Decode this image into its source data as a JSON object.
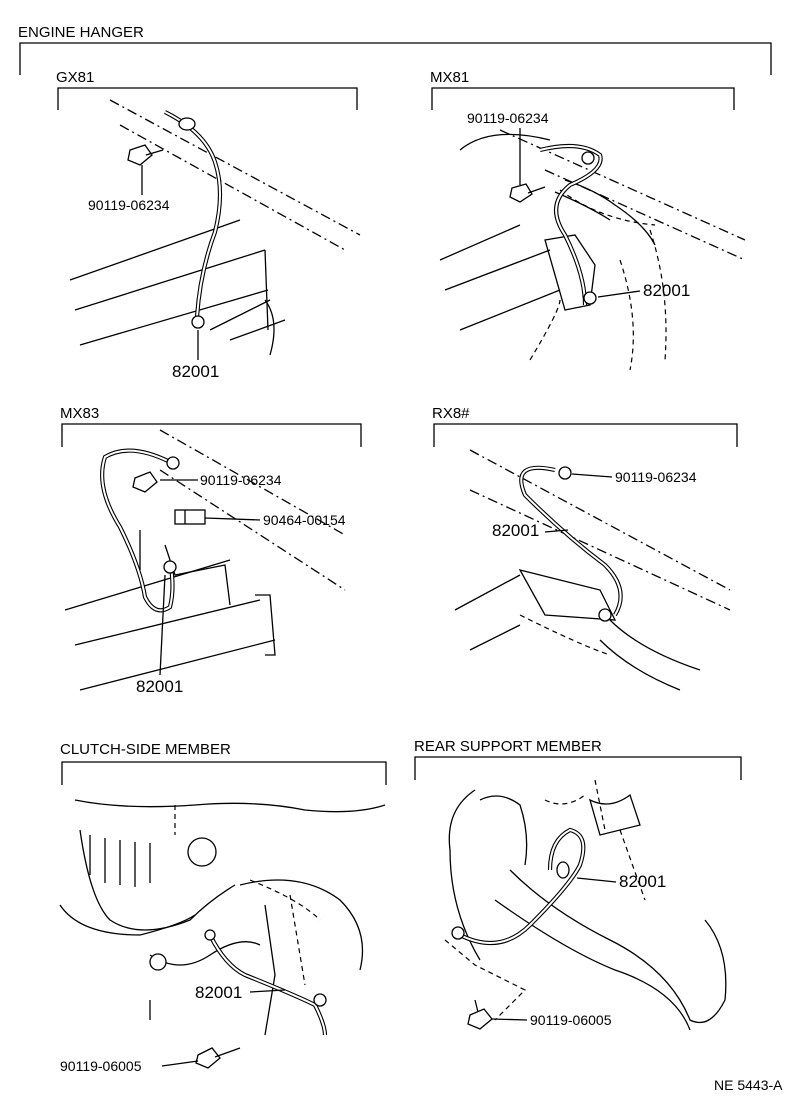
{
  "title": "ENGINE HANGER",
  "sections": {
    "gx81": {
      "label": "GX81",
      "parts": [
        "90119-06234",
        "82001"
      ]
    },
    "mx81": {
      "label": "MX81",
      "parts": [
        "90119-06234",
        "82001"
      ]
    },
    "mx83": {
      "label": "MX83",
      "parts": [
        "90119-06234",
        "90464-00154",
        "82001"
      ]
    },
    "rx8": {
      "label": "RX8#",
      "parts": [
        "90119-06234",
        "82001"
      ]
    },
    "clutch": {
      "label": "CLUTCH-SIDE MEMBER",
      "parts": [
        "82001",
        "90119-06005"
      ]
    },
    "rear": {
      "label": "REAR SUPPORT MEMBER",
      "parts": [
        "82001",
        "90119-06005"
      ]
    }
  },
  "figure_code": "NE 5443-A"
}
